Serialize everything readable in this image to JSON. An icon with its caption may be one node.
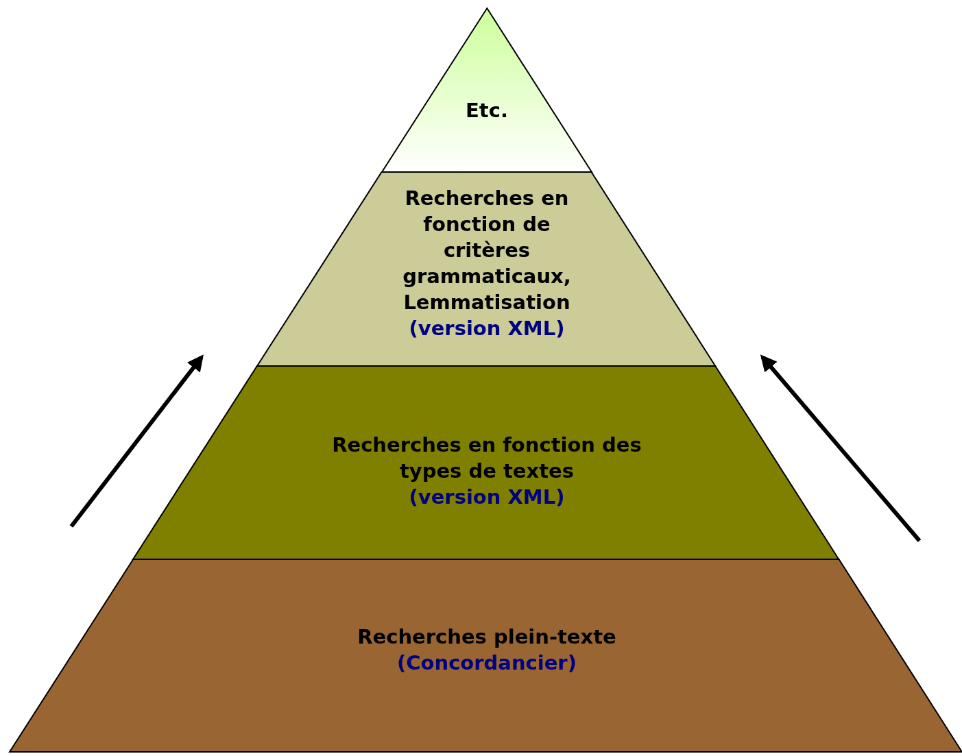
{
  "diagram": {
    "nodes": [
      {
        "text": [
          "Etc."
        ]
      },
      {
        "text": [
          "Recherches en fonction de critères grammaticaux, Lemmatisation",
          "(version XML)"
        ]
      },
      {
        "text": [
          "Recherches en fonction des types de textes",
          "(version XML)"
        ]
      },
      {
        "text": [
          "Recherches plein-texte",
          "(Concordancier)"
        ]
      }
    ]
  }
}
